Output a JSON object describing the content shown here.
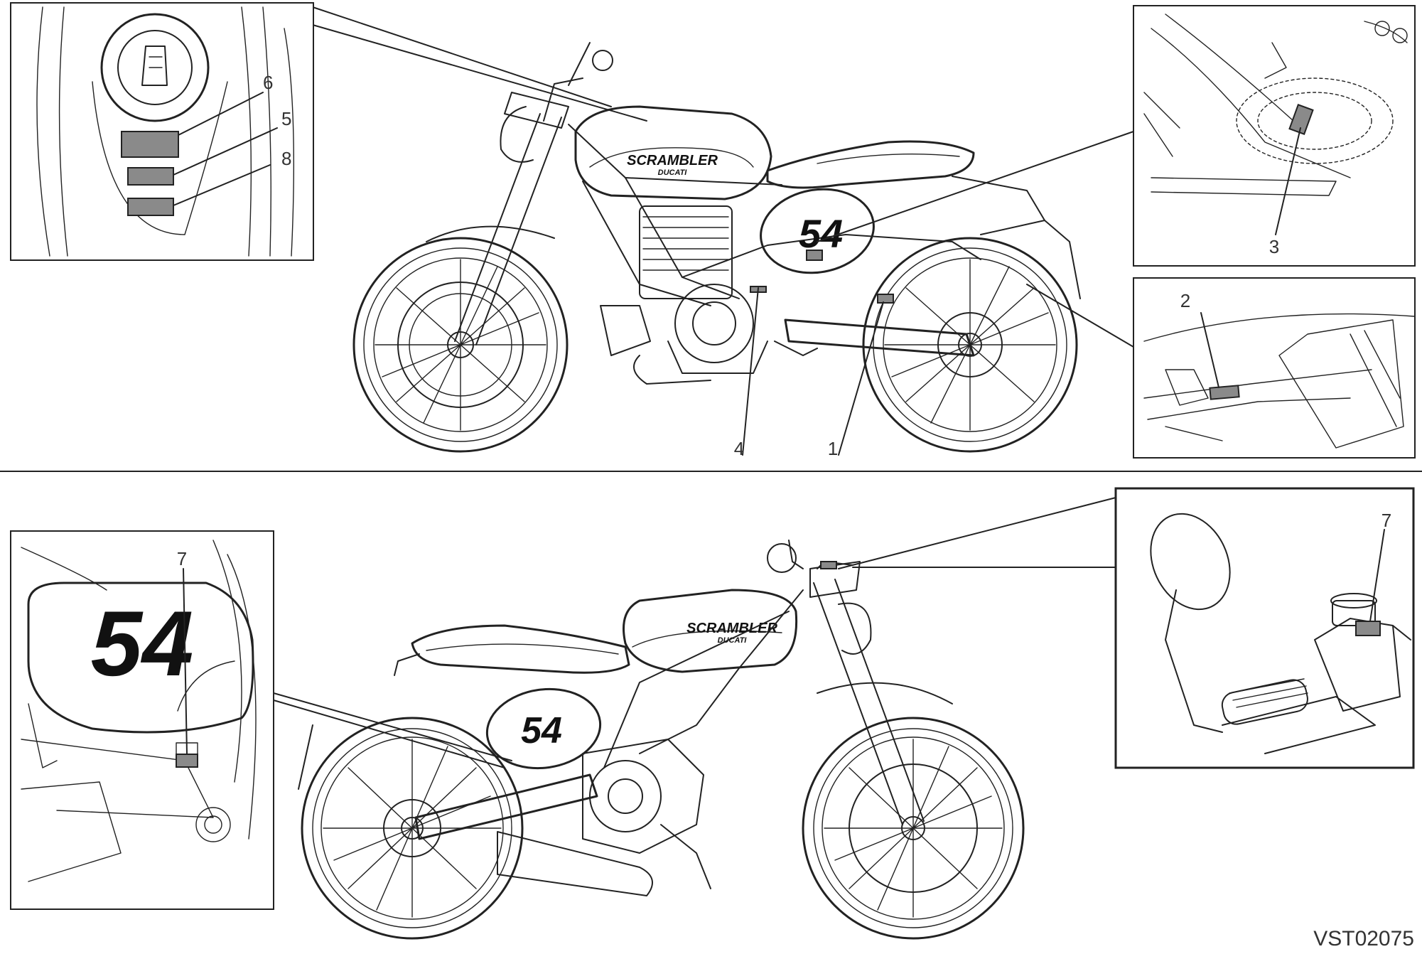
{
  "drawing_code": "VST02075",
  "callouts": {
    "n1": "1",
    "n2": "2",
    "n3": "3",
    "n4": "4",
    "n5": "5",
    "n6": "6",
    "n7": "7",
    "n8": "8"
  },
  "race_number": "54",
  "tank_brand": "SCRAMBLER",
  "tank_sub": "DUCATI"
}
